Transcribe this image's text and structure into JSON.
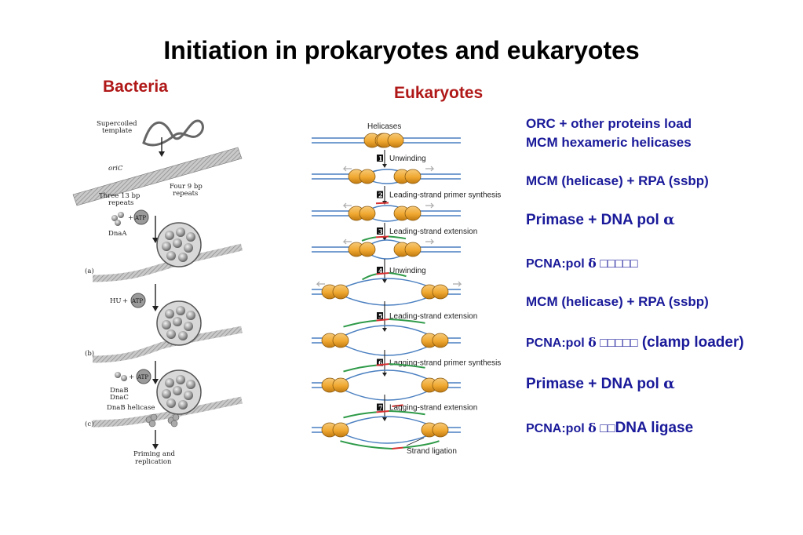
{
  "title": "Initiation in prokaryotes and eukaryotes",
  "bacteria": {
    "heading": "Bacteria",
    "labels": {
      "supercoiled": "Supercoiled",
      "template": "template",
      "oric": "oriC",
      "three13a": "Three 13 bp",
      "three13b": "repeats",
      "four9a": "Four 9 bp",
      "four9b": "repeats",
      "dnaa": "DnaA",
      "atp": "ATP",
      "plus": "+",
      "hu": "HU",
      "dnab": "DnaB",
      "dnac": "DnaC",
      "dnab_helicase": "DnaB helicase",
      "priming": "Priming and",
      "replication": "replication",
      "panel_a": "(a)",
      "panel_b": "(b)",
      "panel_c": "(c)"
    }
  },
  "eukaryotes": {
    "heading": "Eukaryotes",
    "helicases_label": "Helicases",
    "steps": [
      {
        "num": "1",
        "label": "Unwinding"
      },
      {
        "num": "2",
        "label": "Leading-strand primer synthesis"
      },
      {
        "num": "3",
        "label": "Leading-strand extension"
      },
      {
        "num": "4",
        "label": "Unwinding"
      },
      {
        "num": "5",
        "label": "Leading-strand extension"
      },
      {
        "num": "6",
        "label": "Lagging-strand primer synthesis"
      },
      {
        "num": "7",
        "label": "Lagging-strand extension"
      }
    ],
    "final_label": "Strand ligation"
  },
  "notes": {
    "n1a": "ORC + other proteins load",
    "n1b": "MCM hexameric helicases",
    "n2": "MCM (helicase) + RPA (ssbp)",
    "n3": "Primase + DNA pol ",
    "n3g": "α",
    "n4": "PCNA:pol ",
    "n4g": "δ",
    "n4x": "□□□□□",
    "n5": "MCM (helicase) + RPA (ssbp)",
    "n6": "PCNA:pol ",
    "n6g": "δ",
    "n6x": "□□□□□",
    "n6b": " (clamp loader)",
    "n7": "Primase + DNA pol ",
    "n7g": "α",
    "n8": "PCNA:pol ",
    "n8g": "δ",
    "n8x": "□□",
    "n8b": "DNA ligase"
  },
  "colors": {
    "heading_red": "#b01818",
    "notes_blue": "#1a1a9a",
    "helicase_orange": "#f0a830",
    "dna_blue": "#4a7fc0",
    "new_green": "#2e9a48",
    "primer_red": "#d83030"
  }
}
